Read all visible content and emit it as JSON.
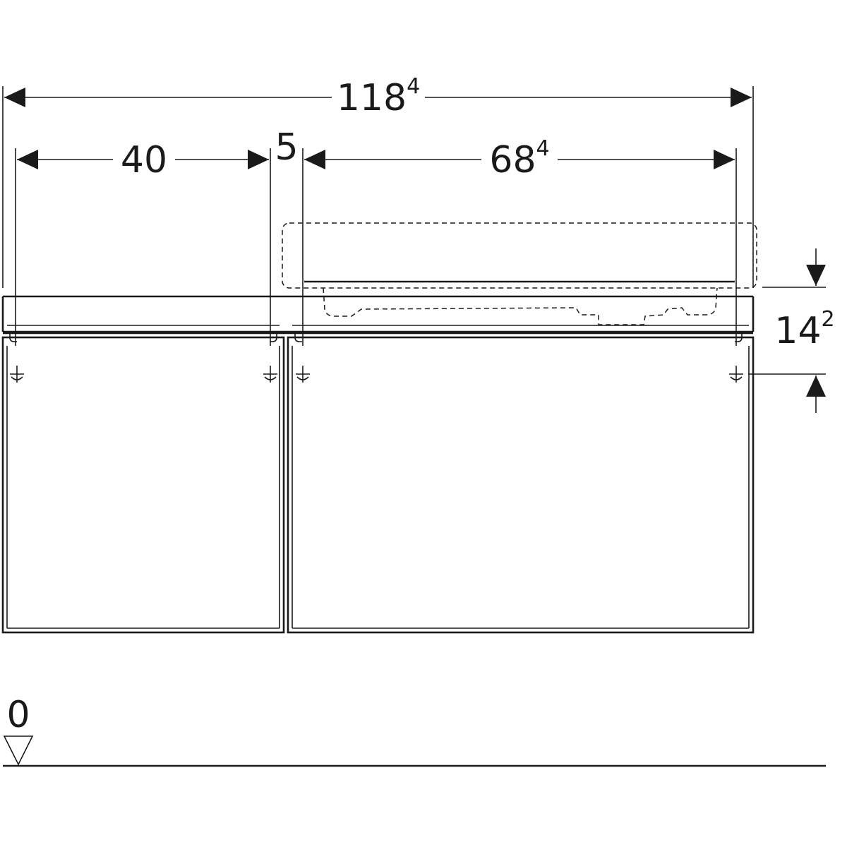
{
  "dimensions": {
    "total_width": {
      "main": "118",
      "sup": "4"
    },
    "left_cabinet_width": {
      "main": "40",
      "sup": ""
    },
    "gap": {
      "main": "5",
      "sup": ""
    },
    "right_cabinet_width": {
      "main": "68",
      "sup": "4"
    },
    "height_offset": {
      "main": "14",
      "sup": "2"
    }
  },
  "floor_level": {
    "label": "0"
  },
  "colors": {
    "line": "#1a1a1a",
    "background": "#ffffff"
  }
}
